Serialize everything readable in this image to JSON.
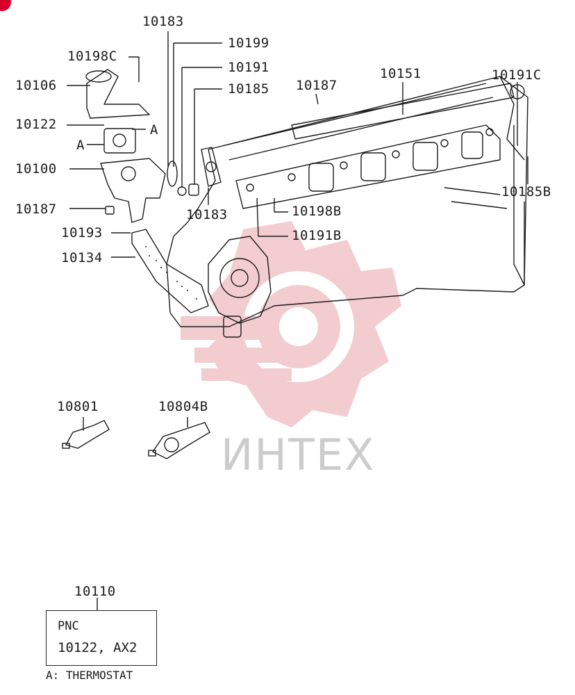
{
  "diagram": {
    "labels": [
      {
        "id": "l-10183-top",
        "text": "10183"
      },
      {
        "id": "l-10199",
        "text": "10199"
      },
      {
        "id": "l-10198C",
        "text": "10198C"
      },
      {
        "id": "l-10191",
        "text": "10191"
      },
      {
        "id": "l-10106",
        "text": "10106"
      },
      {
        "id": "l-10185",
        "text": "10185"
      },
      {
        "id": "l-10187-top",
        "text": "10187"
      },
      {
        "id": "l-10151",
        "text": "10151"
      },
      {
        "id": "l-10191C",
        "text": "10191C"
      },
      {
        "id": "l-10122",
        "text": "10122"
      },
      {
        "id": "l-A-right",
        "text": "A"
      },
      {
        "id": "l-A-left",
        "text": "A"
      },
      {
        "id": "l-10100",
        "text": "10100"
      },
      {
        "id": "l-10185B",
        "text": "10185B"
      },
      {
        "id": "l-10187-left",
        "text": "10187"
      },
      {
        "id": "l-10183-mid",
        "text": "10183"
      },
      {
        "id": "l-10198B",
        "text": "10198B"
      },
      {
        "id": "l-10193",
        "text": "10193"
      },
      {
        "id": "l-10191B",
        "text": "10191B"
      },
      {
        "id": "l-10134",
        "text": "10134"
      },
      {
        "id": "l-10801",
        "text": "10801"
      },
      {
        "id": "l-10804B",
        "text": "10804B"
      },
      {
        "id": "l-10110",
        "text": "10110"
      }
    ],
    "legend": {
      "line1": "PNC",
      "line2": "10122, AX2"
    },
    "footnote": "A: THERMOSTAT",
    "watermark": "ИНТЕХ"
  },
  "colors": {
    "ink": "#1a1a1a",
    "watermark_red": "#f2c4c8",
    "watermark_gray": "#cccccc",
    "badge": "#d8002a"
  }
}
